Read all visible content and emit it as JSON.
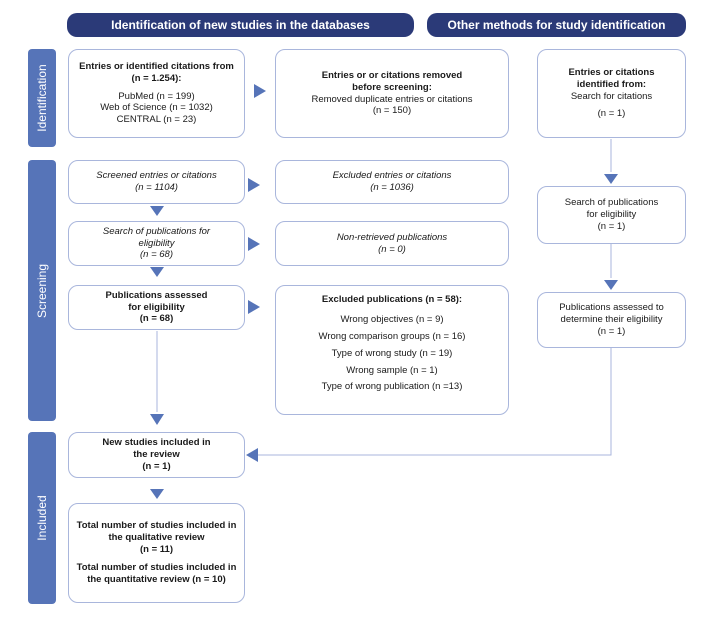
{
  "headers": {
    "databases": "Identification of new studies in the databases",
    "other": "Other methods for study identification"
  },
  "phases": {
    "identification": "Identification",
    "screening": "Screening",
    "included": "Included"
  },
  "boxes": {
    "identified": {
      "title": "Entries or identified citations from (n = 1.254):",
      "pubmed": "PubMed (n = 199)",
      "wos": "Web of Science (n = 1032)",
      "central": "CENTRAL (n = 23)"
    },
    "removed": {
      "title": "Entries or or citations removed before screening:",
      "detail": "Removed duplicate entries or citations (n = 150)"
    },
    "other_identified": {
      "title": "Entries or citations identified from:",
      "source": "Search for citations",
      "count": "(n = 1)"
    },
    "screened": {
      "title": "Screened entries or citations",
      "count": "(n = 1104)"
    },
    "excluded_entries": {
      "title": "Excluded entries or citations",
      "count": "(n = 1036)"
    },
    "search_pubs": {
      "title": "Search of publications for eligibility",
      "count": "(n = 68)"
    },
    "non_retrieved": {
      "title": "Non-retrieved publications",
      "count": "(n = 0)"
    },
    "assessed": {
      "title": "Publications assessed for eligibility",
      "count": "(n = 68)"
    },
    "excluded_pubs": {
      "title": "Excluded publications (n = 58):",
      "reasons": [
        "Wrong objectives (n = 9)",
        "Wrong comparison groups (n = 16)",
        "Type of wrong study (n = 19)",
        "Wrong sample (n = 1)",
        "Type of wrong publication (n =13)"
      ]
    },
    "other_search": {
      "title": "Search of publications for eligibility",
      "count": "(n = 1)"
    },
    "other_assessed": {
      "title": "Publications assessed to determine their eligibility",
      "count": "(n = 1)"
    },
    "new_included": {
      "title": "New studies included in the review",
      "count": "(n = 1)"
    },
    "total": {
      "qual": "Total number of studies included in the qualitative review",
      "qual_count": "(n = 11)",
      "quant": "Total number of studies included in the quantitative review (n = 10)"
    }
  },
  "colors": {
    "header_bg": "#2b3a78",
    "phase_bg": "#5674b8",
    "box_border": "#a9b6dc",
    "arrow": "#5674b8"
  }
}
